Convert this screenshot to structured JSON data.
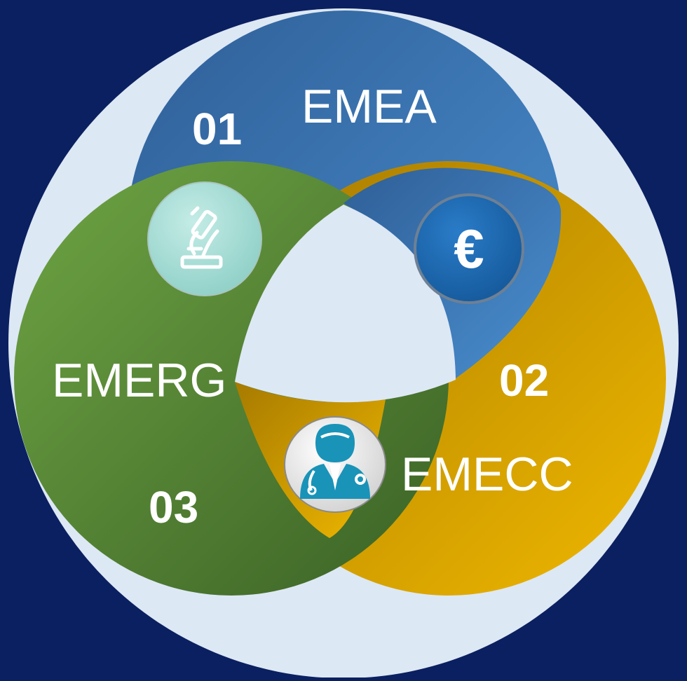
{
  "colors": {
    "background": "#0b2060",
    "outer_circle": "#dde8f5",
    "blue_segment": "#3f7cbc",
    "gold_segment": "#d9a300",
    "green_segment": "#5a9238",
    "center_hole": "#dde8f5"
  },
  "segments": [
    {
      "number": "01",
      "label": "EMEA",
      "color": "blue",
      "icon": "euro-icon"
    },
    {
      "number": "02",
      "label": "EMECC",
      "color": "gold",
      "icon": "doctor-icon"
    },
    {
      "number": "03",
      "label": "EMERG",
      "color": "green",
      "icon": "microscope-icon"
    }
  ],
  "icons": {
    "euro_glyph": "€"
  }
}
